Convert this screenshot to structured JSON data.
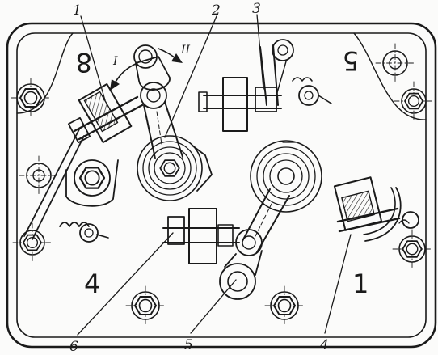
{
  "callouts": {
    "c1": "1",
    "c2": "2",
    "c3": "3",
    "c4": "4",
    "c5": "5",
    "c6": "6"
  },
  "directions": {
    "left": "I",
    "right": "II"
  },
  "corners": {
    "top_left": "8",
    "top_right": "5",
    "bottom_left": "4",
    "bottom_right": "1"
  }
}
